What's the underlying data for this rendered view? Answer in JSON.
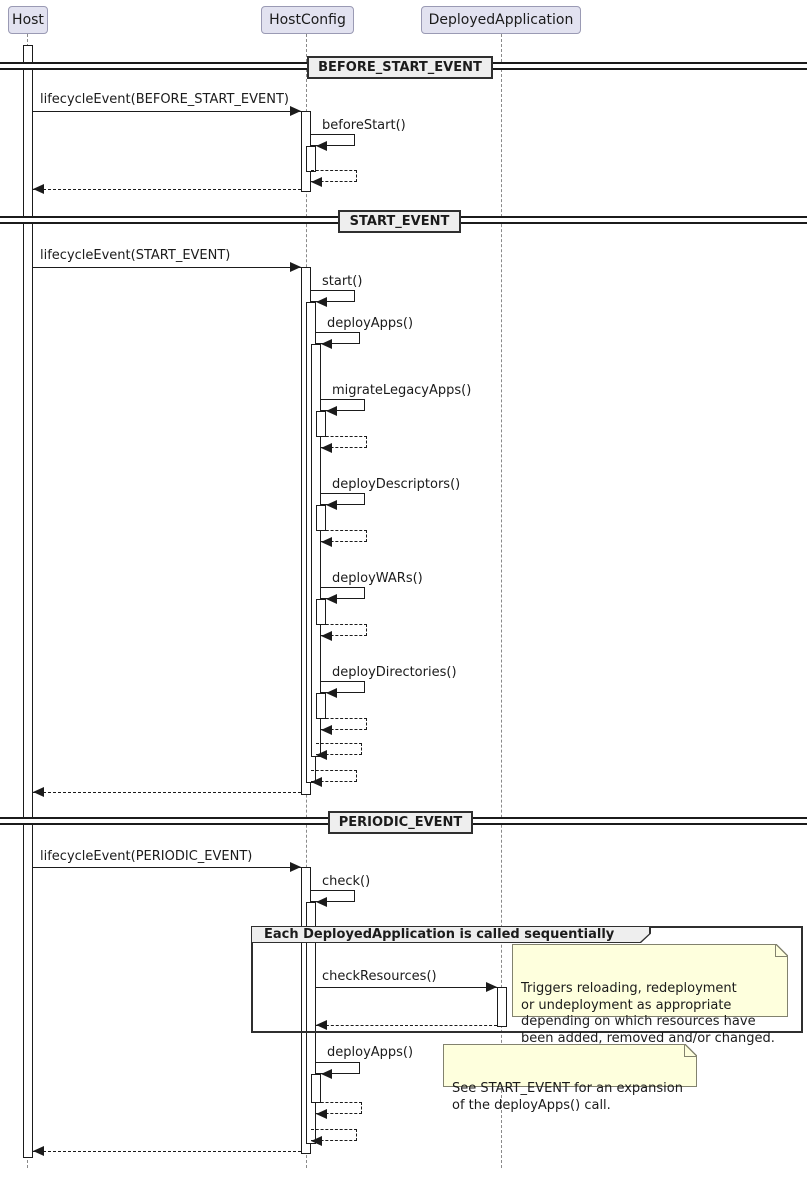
{
  "participants": [
    {
      "id": "host",
      "name": "Host"
    },
    {
      "id": "hostconfig",
      "name": "HostConfig"
    },
    {
      "id": "deployedapplication",
      "name": "DeployedApplication"
    }
  ],
  "dividers": [
    {
      "label": "BEFORE_START_EVENT"
    },
    {
      "label": "START_EVENT"
    },
    {
      "label": "PERIODIC_EVENT"
    }
  ],
  "messages": {
    "lifecycle_before_start": "lifecycleEvent(BEFORE_START_EVENT)",
    "before_start": "beforeStart()",
    "lifecycle_start": "lifecycleEvent(START_EVENT)",
    "start": "start()",
    "deploy_apps": "deployApps()",
    "migrate_legacy_apps": "migrateLegacyApps()",
    "deploy_descriptors": "deployDescriptors()",
    "deploy_wars": "deployWARs()",
    "deploy_directories": "deployDirectories()",
    "lifecycle_periodic": "lifecycleEvent(PERIODIC_EVENT)",
    "check": "check()",
    "check_resources": "checkResources()"
  },
  "group": {
    "label": "Each DeployedApplication is called sequentially"
  },
  "notes": [
    {
      "text": "Triggers reloading, redeployment\nor undeployment as appropriate\ndepending on which resources have\nbeen added, removed and/or changed."
    },
    {
      "text": "See START_EVENT for an expansion\nof the deployApps() call."
    }
  ],
  "colors": {
    "participant_fill": "#E2E2F0",
    "participant_border": "#9A9AB4",
    "note_fill": "#FEFFDD",
    "note_border": "#82826E",
    "divider_fill": "#EEEEEE",
    "line": "#1B1B1B",
    "lifeline": "#8A8A8A"
  }
}
